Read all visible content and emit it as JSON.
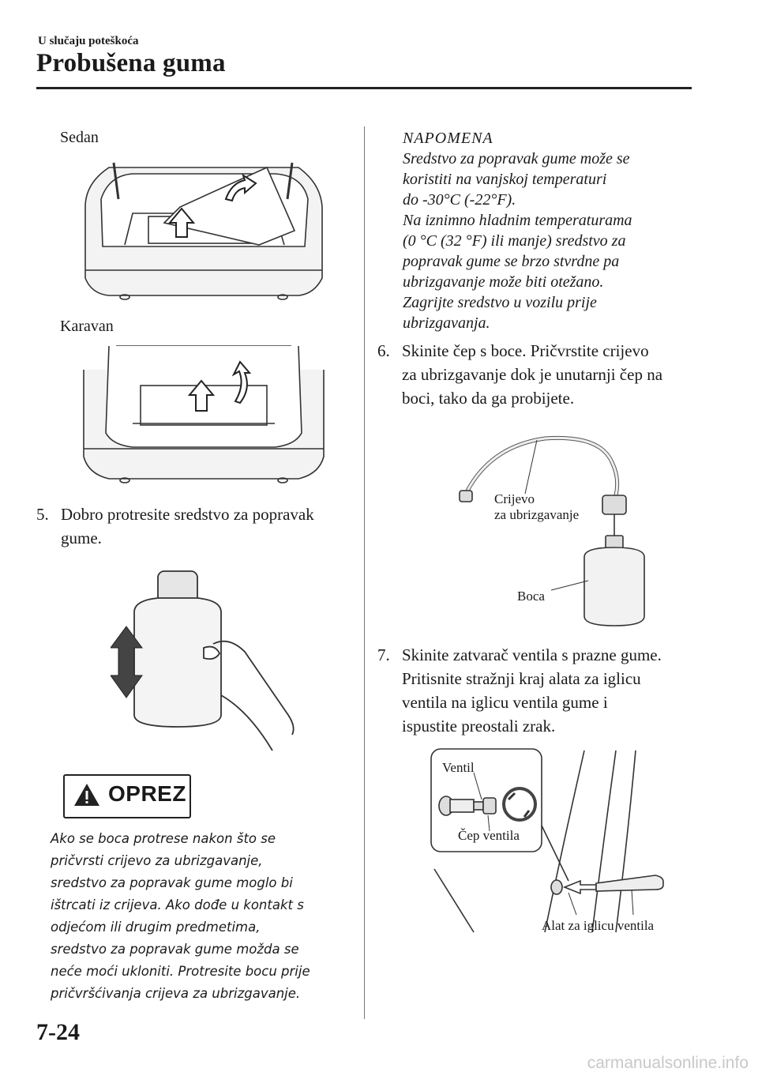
{
  "header": {
    "section": "U slučaju poteškoća",
    "title": "Probušena guma"
  },
  "left": {
    "sedan_label": "Sedan",
    "karavan_label": "Karavan",
    "step5": {
      "num": "5.",
      "lines": [
        "Dobro protresite sredstvo za popravak",
        "gume."
      ]
    },
    "caution": {
      "heading": "OPREZ",
      "lines": [
        "Ako se boca protrese nakon što se",
        "pričvrsti crijevo za ubrizgavanje,",
        "sredstvo za popravak gume moglo bi",
        "ištrcati iz crijeva. Ako dođe u kontakt s",
        "odjećom ili drugim predmetima,",
        "sredstvo za popravak gume možda se",
        "neće moći ukloniti. Protresite bocu prije",
        "pričvršćivanja crijeva za ubrizgavanje."
      ]
    }
  },
  "right": {
    "note": {
      "heading": "NAPOMENA",
      "lines": [
        "Sredstvo za popravak gume može se",
        "koristiti na vanjskoj temperaturi",
        "do -30°C (-22°F).",
        "Na iznimno hladnim temperaturama",
        "(0 °C (32 °F) ili manje) sredstvo za",
        "popravak gume se brzo stvrdne pa",
        "ubrizgavanje može biti otežano.",
        "Zagrijte sredstvo u vozilu prije",
        "ubrizgavanja."
      ]
    },
    "step6": {
      "num": "6.",
      "lines": [
        "Skinite čep s boce. Pričvrstite crijevo",
        "za ubrizgavanje dok je unutarnji čep na",
        "boci, tako da ga probijete."
      ]
    },
    "fig_hose": {
      "hose_label_1": "Crijevo",
      "hose_label_2": "za ubrizgavanje",
      "bottle_label": "Boca"
    },
    "step7": {
      "num": "7.",
      "lines": [
        "Skinite zatvarač ventila s prazne gume.",
        "Pritisnite stražnji kraj alata za iglicu",
        "ventila na iglicu ventila gume i",
        "ispustite preostali zrak."
      ]
    },
    "fig_valve": {
      "valve_label": "Ventil",
      "cap_label": "Čep ventila",
      "tool_label": "Alat za iglicu ventila"
    }
  },
  "footer": {
    "page_number": "7-24",
    "watermark": "carmanualsonline.info"
  }
}
